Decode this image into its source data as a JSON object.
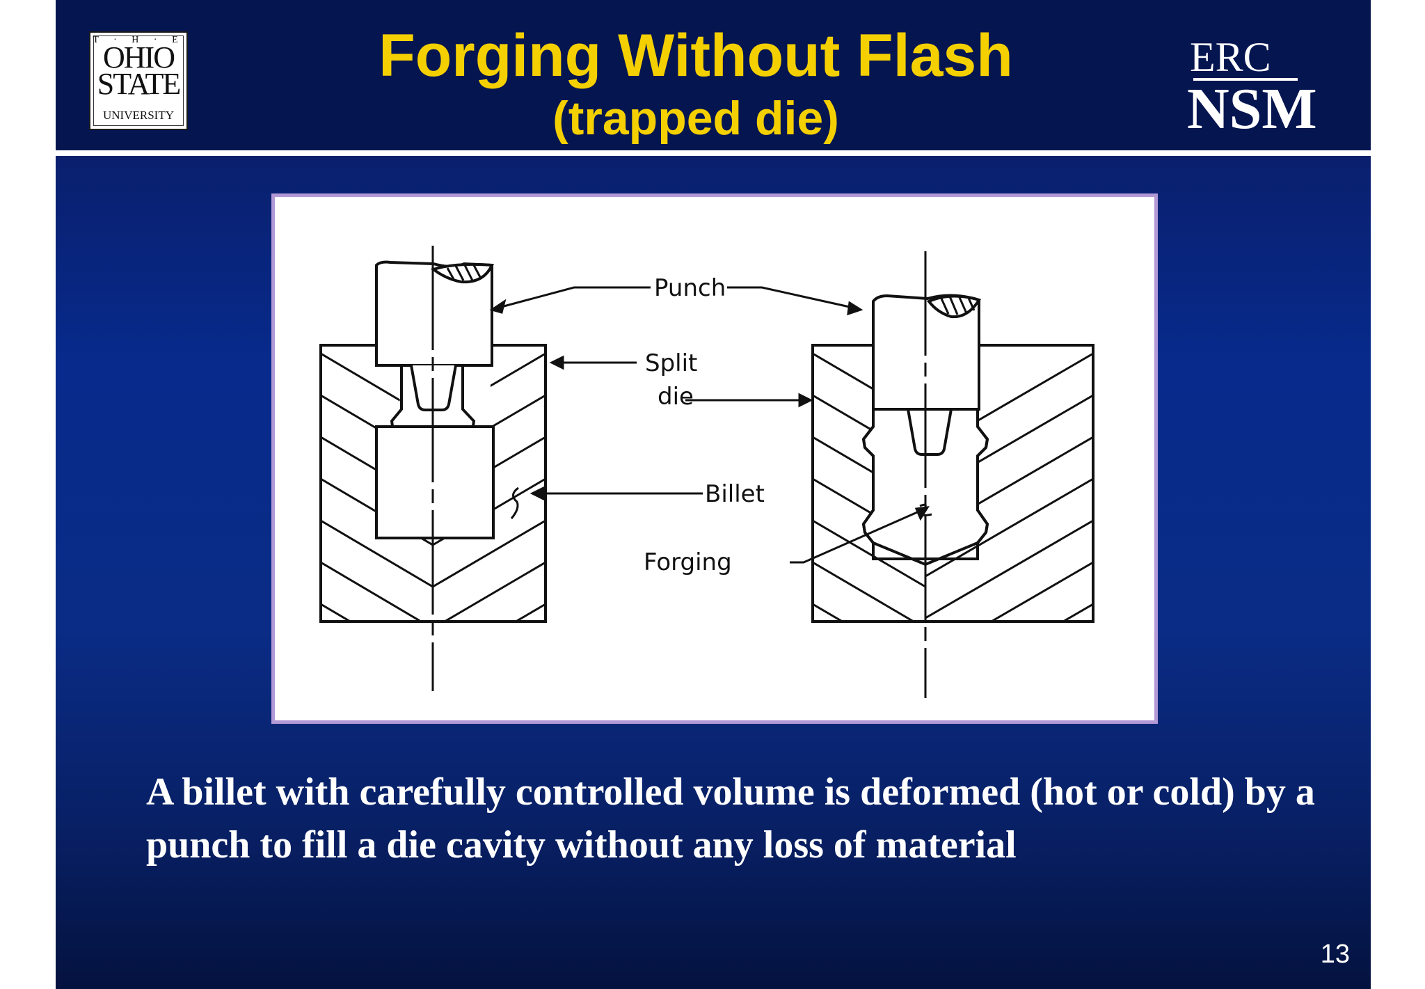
{
  "header": {
    "title": "Forging Without Flash",
    "subtitle": "(trapped die)",
    "logo_left": {
      "the": "T · H · E",
      "ohio": "OHIO",
      "state": "STATE",
      "university": "UNIVERSITY"
    },
    "logo_right": {
      "top": "ERC",
      "bottom": "NSM"
    }
  },
  "figure": {
    "labels": {
      "punch": "Punch",
      "split": "Split",
      "die": "die",
      "billet": "Billet",
      "forging": "Forging"
    }
  },
  "body": {
    "text": "A billet with carefully controlled volume is deformed (hot or cold) by a punch to fill a die cavity without any loss of material"
  },
  "footer": {
    "page_number": "13"
  },
  "colors": {
    "title": "#f5d000",
    "background": "#0a2378",
    "figure_border": "#b39ad6",
    "text": "#ffffff"
  }
}
